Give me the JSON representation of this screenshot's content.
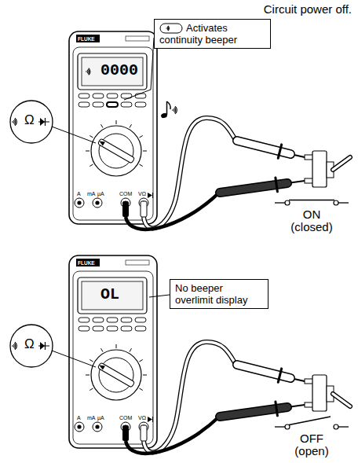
{
  "diagram": {
    "nodes": [
      {
        "text": [
          "Activates continuity beeper"
        ]
      },
      {
        "text": [
          "No beeper overlimit display"
        ]
      }
    ],
    "labels": [
      "Circuit power off.",
      "FLUKE",
      "0000",
      "Ω",
      "A",
      "mA",
      "µA",
      "COM",
      "VΩ",
      "ON (closed)",
      "FLUKE",
      "OL",
      "Ω",
      "A",
      "mA",
      "µA",
      "COM",
      "VΩ",
      "OFF (open)"
    ]
  }
}
